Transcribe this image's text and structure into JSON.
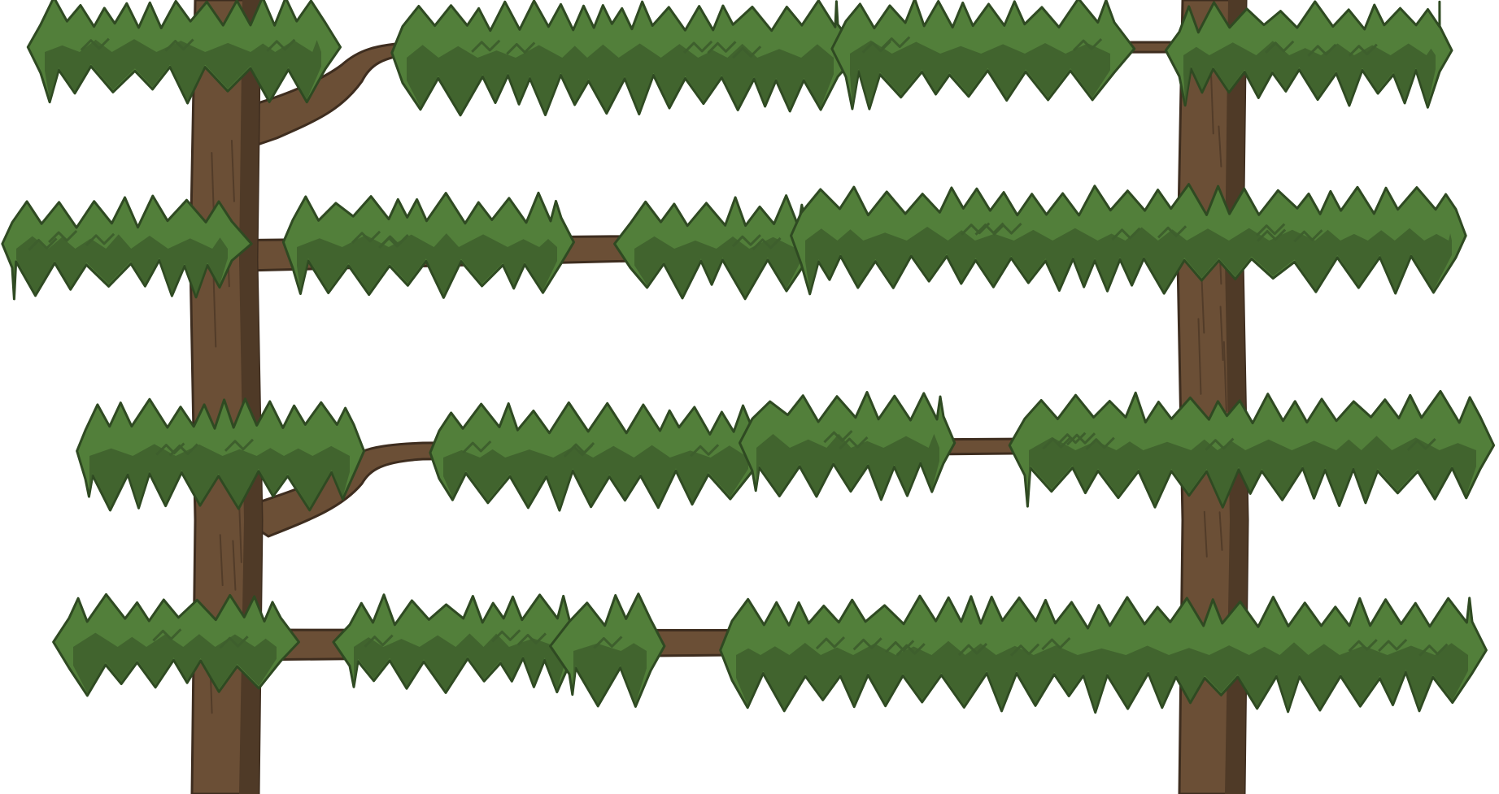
{
  "scene": {
    "background": "#ffffff",
    "colors": {
      "bark": "#6b4f36",
      "bark_shadow": "#4f3a27",
      "bark_outline": "#3e2d1f",
      "leaf": "#527f3a",
      "leaf_shadow": "#3e5f2d",
      "leaf_outline": "#2f4a22"
    },
    "trunks": [
      {
        "name": "left-trunk"
      },
      {
        "name": "right-trunk"
      }
    ],
    "branch_tiers": [
      {
        "name": "tier-1"
      },
      {
        "name": "tier-2"
      },
      {
        "name": "tier-3"
      },
      {
        "name": "tier-4"
      }
    ]
  }
}
